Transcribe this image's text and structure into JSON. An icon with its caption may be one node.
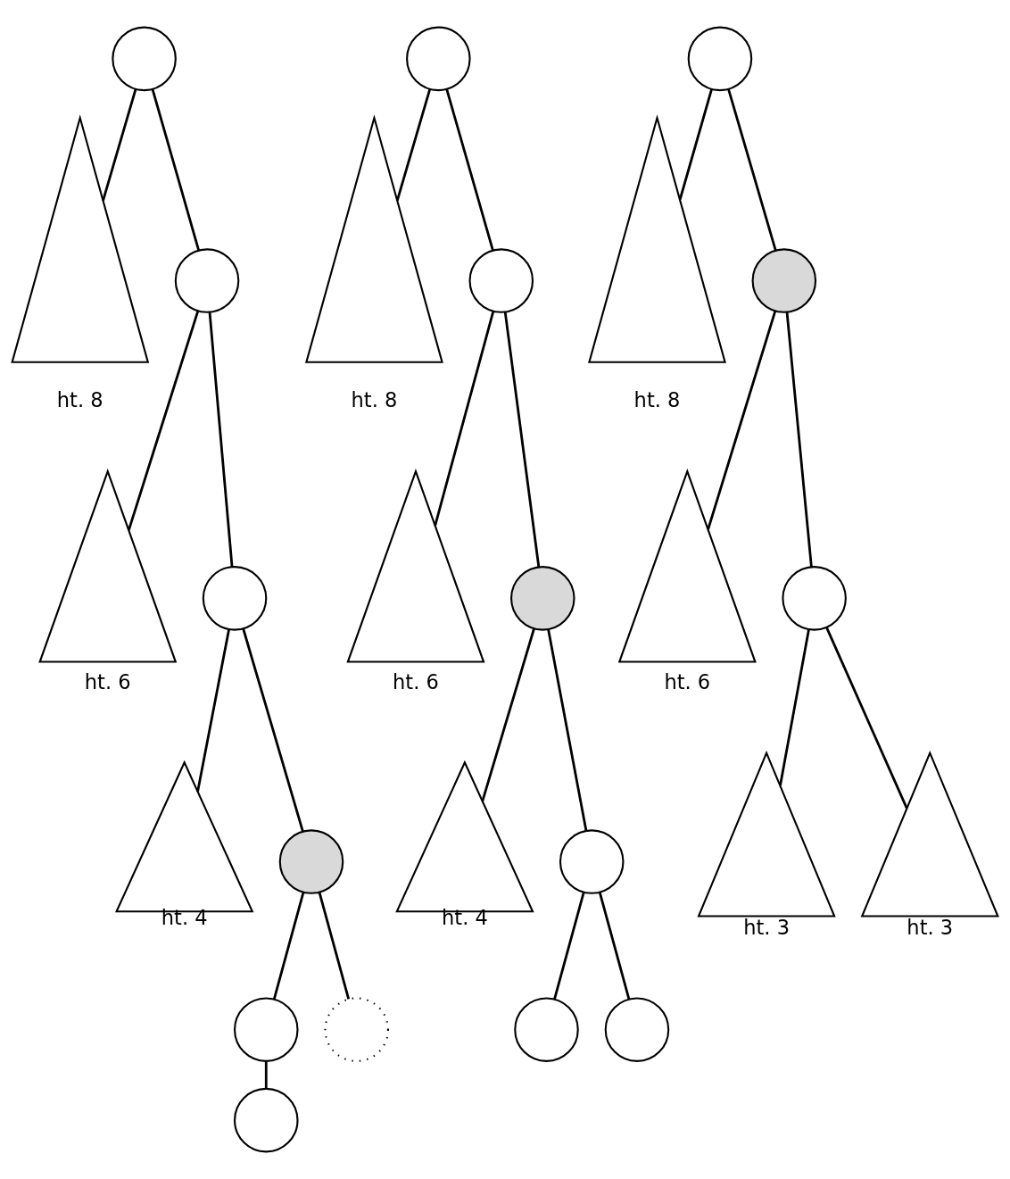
{
  "diagram": {
    "nodes": [
      {
        "text": [],
        "shape": "circle"
      },
      {
        "text": [],
        "shape": "circle"
      },
      {
        "text": [],
        "shape": "circle"
      },
      {
        "text": [],
        "shape": "circle"
      },
      {
        "text": [],
        "shape": "circle"
      },
      {
        "text": [],
        "shape": "circle"
      },
      {
        "text": [],
        "shape": "circle"
      },
      {
        "text": [
          "ht. 8"
        ]
      },
      {
        "text": [
          "ht. 6"
        ]
      },
      {
        "text": [
          "ht. 4"
        ]
      },
      {
        "text": [],
        "shape": "circle"
      },
      {
        "text": [],
        "shape": "circle"
      },
      {
        "text": [],
        "shape": "circle"
      },
      {
        "text": [],
        "shape": "circle"
      },
      {
        "text": [],
        "shape": "circle"
      },
      {
        "text": [],
        "shape": "circle"
      },
      {
        "text": [
          "ht. 8"
        ]
      },
      {
        "text": [
          "ht. 6"
        ]
      },
      {
        "text": [
          "ht. 4"
        ]
      },
      {
        "text": [],
        "shape": "circle"
      },
      {
        "text": [],
        "shape": "circle"
      },
      {
        "text": [],
        "shape": "circle"
      },
      {
        "text": [
          "ht. 8"
        ]
      },
      {
        "text": [
          "ht. 6"
        ]
      },
      {
        "text": [
          "ht. 3"
        ]
      },
      {
        "text": [
          "ht. 3"
        ]
      }
    ],
    "edges": [
      {
        "from": 0,
        "to": 7,
        "arrow": "none"
      },
      {
        "from": 0,
        "to": 1,
        "arrow": "none"
      },
      {
        "from": 1,
        "to": 8,
        "arrow": "none"
      },
      {
        "from": 1,
        "to": 2,
        "arrow": "none"
      },
      {
        "from": 2,
        "to": 9,
        "arrow": "none"
      },
      {
        "from": 2,
        "to": 3,
        "arrow": "none"
      },
      {
        "from": 3,
        "to": 4,
        "arrow": "none"
      },
      {
        "from": 3,
        "to": 5,
        "arrow": "none"
      },
      {
        "from": 4,
        "to": 6,
        "arrow": "none"
      },
      {
        "from": 10,
        "to": 16,
        "arrow": "none"
      },
      {
        "from": 10,
        "to": 11,
        "arrow": "none"
      },
      {
        "from": 11,
        "to": 17,
        "arrow": "none"
      },
      {
        "from": 11,
        "to": 12,
        "arrow": "none"
      },
      {
        "from": 12,
        "to": 18,
        "arrow": "none"
      },
      {
        "from": 12,
        "to": 13,
        "arrow": "none"
      },
      {
        "from": 13,
        "to": 14,
        "arrow": "none"
      },
      {
        "from": 13,
        "to": 15,
        "arrow": "none"
      },
      {
        "from": 19,
        "to": 22,
        "arrow": "none"
      },
      {
        "from": 19,
        "to": 20,
        "arrow": "none"
      },
      {
        "from": 20,
        "to": 23,
        "arrow": "none"
      },
      {
        "from": 20,
        "to": 21,
        "arrow": "none"
      },
      {
        "from": 21,
        "to": 24,
        "arrow": "none"
      },
      {
        "from": 21,
        "to": 25,
        "arrow": "none"
      }
    ]
  }
}
